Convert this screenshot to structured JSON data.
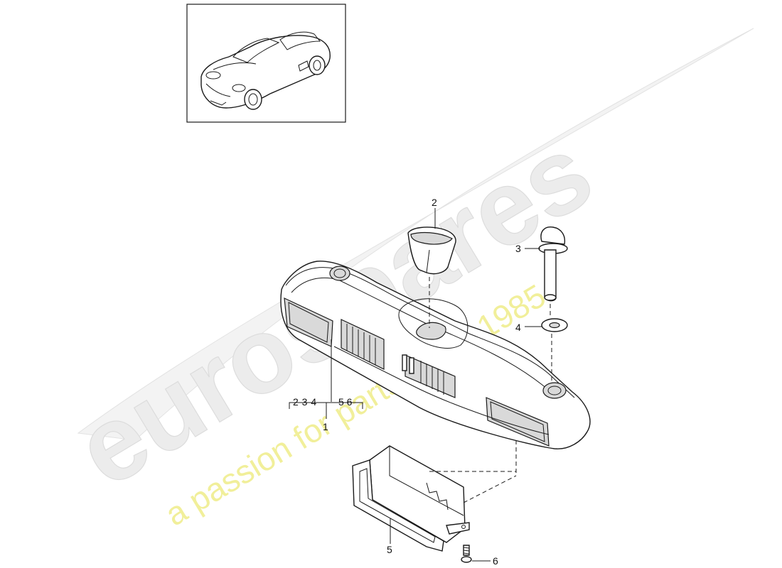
{
  "watermark": {
    "brand": "eurospares",
    "tagline": "a passion for parts since 1985"
  },
  "thumbnail": {
    "subject": "convertible car overview illustration"
  },
  "callouts": {
    "part_1": "1",
    "part_2": "2",
    "part_3": "3",
    "part_4": "4",
    "part_5": "5",
    "part_6": "6",
    "group_left": "2 3 4",
    "group_right": "5 6"
  },
  "colors": {
    "line": "#1a1a1a",
    "watermark_grey": "#e6e6e6",
    "watermark_yellow": "#f1ef9a"
  }
}
